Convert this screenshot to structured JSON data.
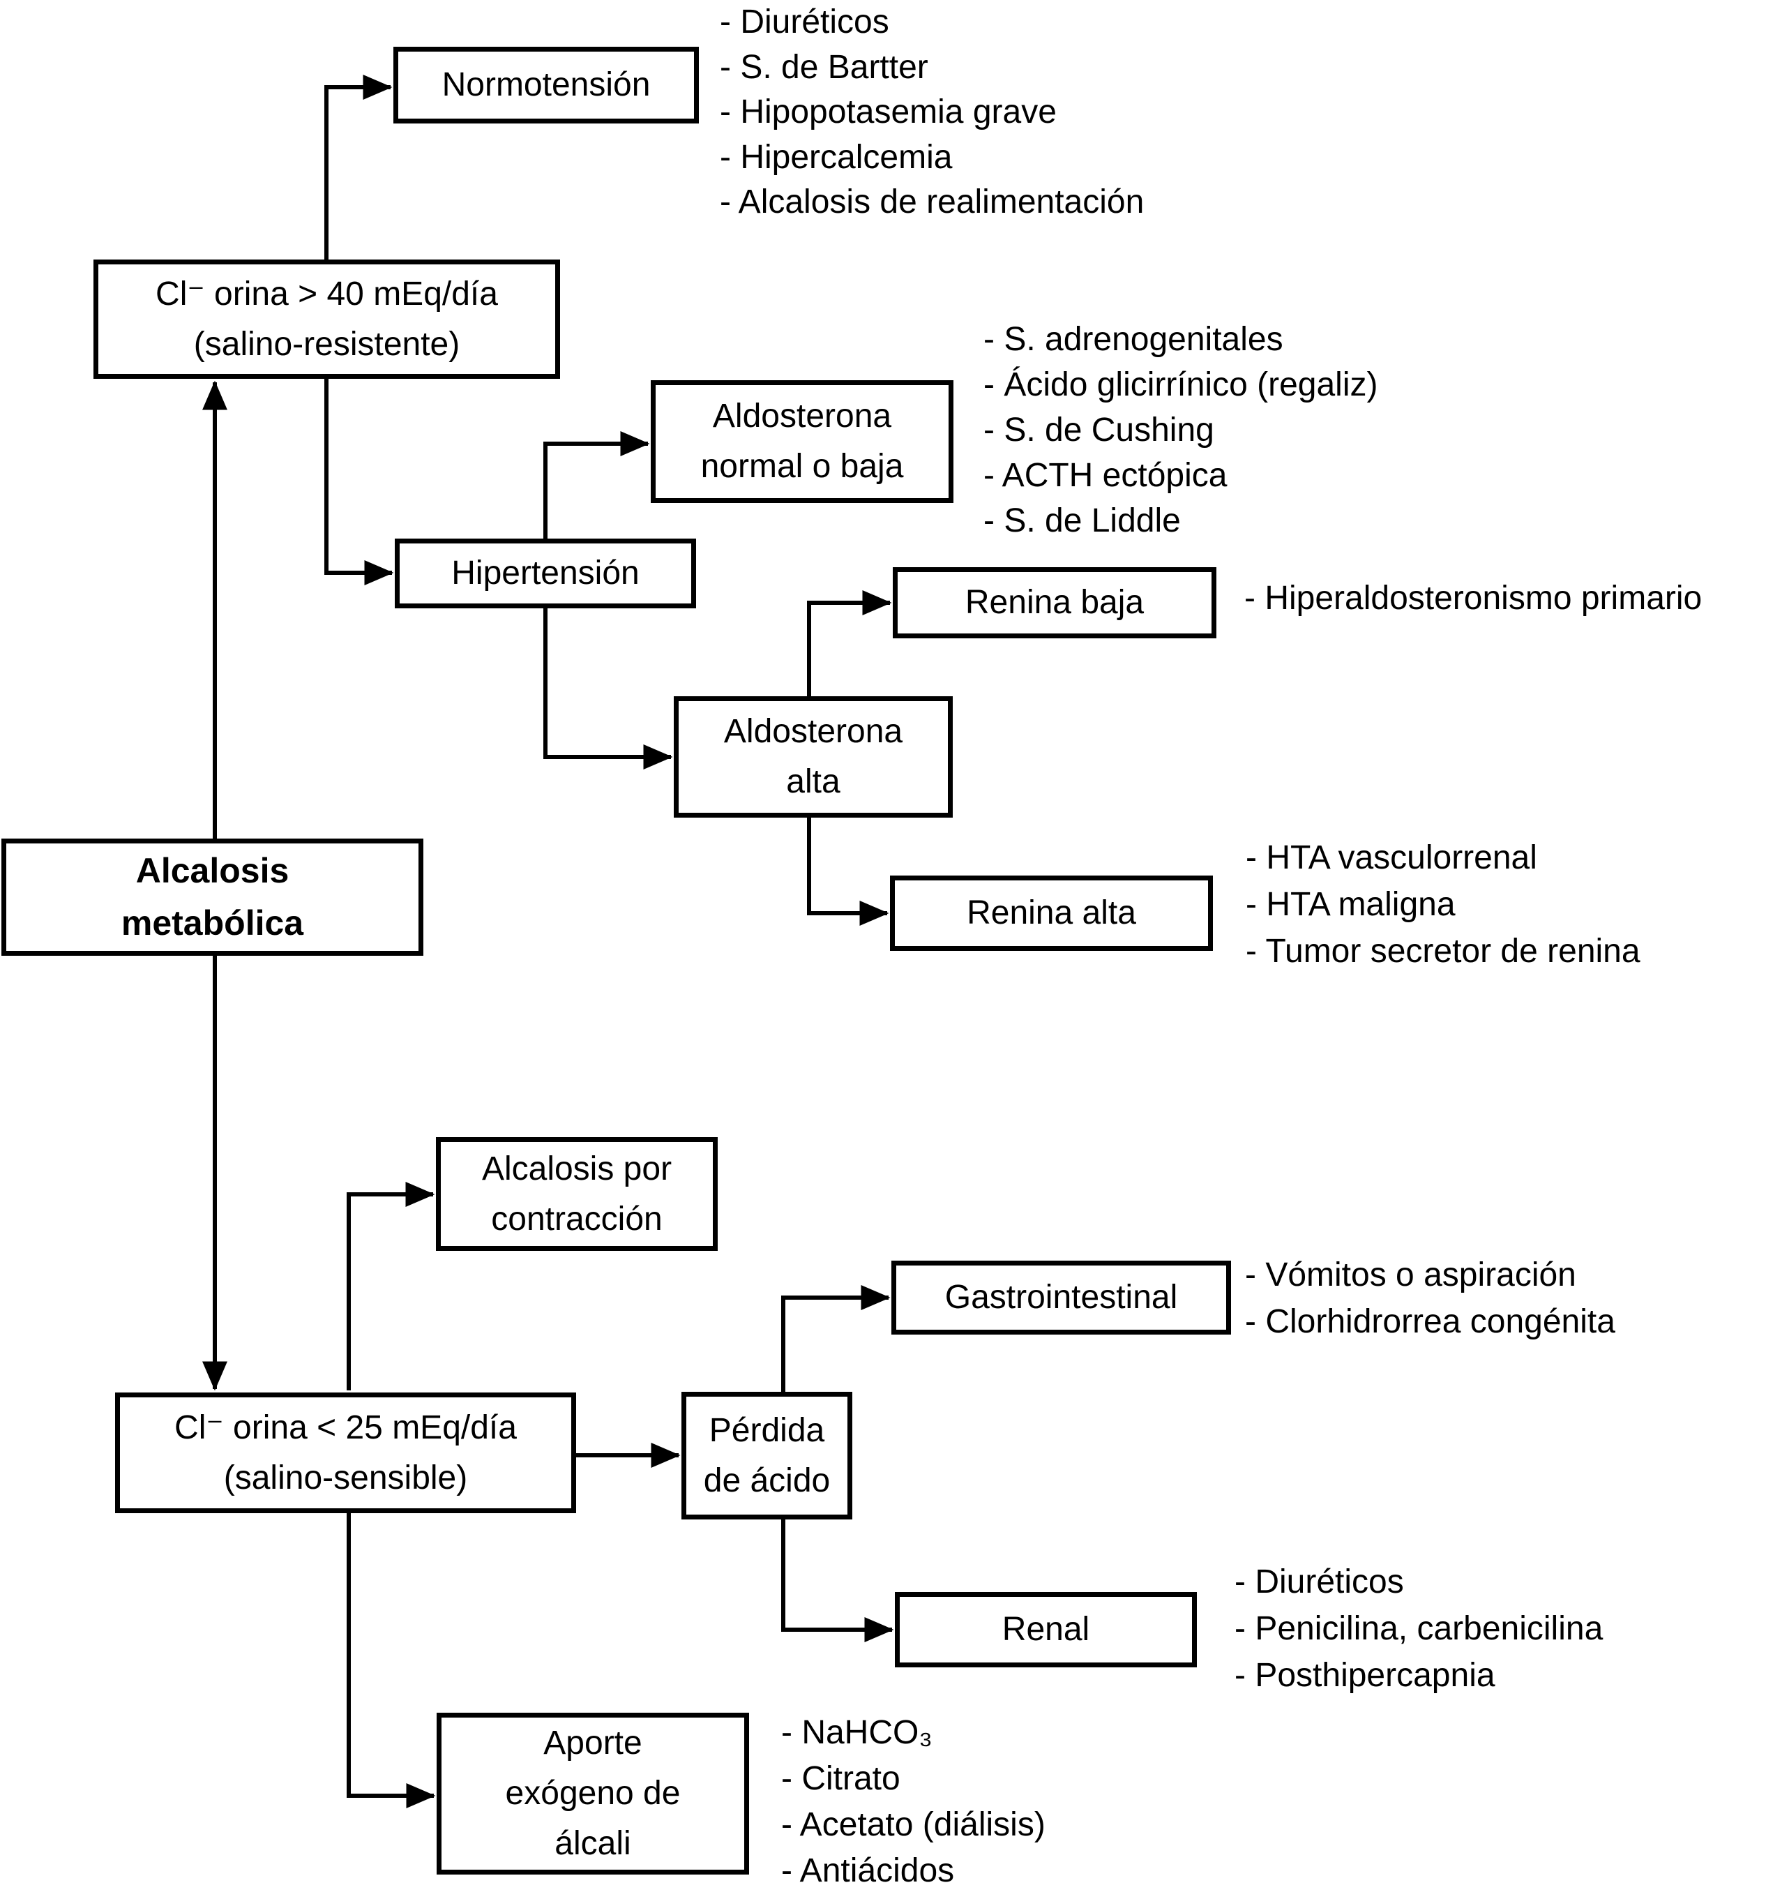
{
  "nodes": {
    "root": {
      "lines": [
        "Alcalosis",
        "metabólica"
      ]
    },
    "cl_high": {
      "lines": [
        "Cl⁻ orina > 40 mEq/día",
        "(salino-resistente)"
      ]
    },
    "normotension": {
      "label": "Normotensión"
    },
    "hipertension": {
      "label": "Hipertensión"
    },
    "aldo_normal": {
      "lines": [
        "Aldosterona",
        "normal o baja"
      ]
    },
    "aldo_alta": {
      "lines": [
        "Aldosterona",
        "alta"
      ]
    },
    "renina_baja": {
      "label": "Renina baja"
    },
    "renina_alta": {
      "label": "Renina alta"
    },
    "contraccion": {
      "lines": [
        "Alcalosis por",
        "contracción"
      ]
    },
    "cl_low": {
      "lines": [
        "Cl⁻ orina < 25 mEq/día",
        "(salino-sensible)"
      ]
    },
    "perdida": {
      "lines": [
        "Pérdida",
        "de ácido"
      ]
    },
    "gastro": {
      "label": "Gastrointestinal"
    },
    "renal": {
      "label": "Renal"
    },
    "aporte": {
      "lines": [
        "Aporte",
        "exógeno de",
        "álcali"
      ]
    }
  },
  "lists": {
    "normotension": [
      "- Diuréticos",
      "- S. de Bartter",
      "- Hipopotasemia grave",
      "- Hipercalcemia",
      "- Alcalosis de realimentación"
    ],
    "aldo_normal": [
      "- S. adrenogenitales",
      "- Ácido glicirrínico (regaliz)",
      "- S. de Cushing",
      "- ACTH ectópica",
      "- S. de Liddle"
    ],
    "renina_baja": [
      "- Hiperaldosteronismo primario"
    ],
    "renina_alta": [
      "- HTA vasculorrenal",
      "- HTA maligna",
      "- Tumor secretor de renina"
    ],
    "gastro": [
      "- Vómitos o aspiración",
      "- Clorhidrorrea congénita"
    ],
    "renal": [
      "- Diuréticos",
      "- Penicilina, carbenicilina",
      "- Posthipercapnia"
    ],
    "aporte": [
      "- NaHCO₃",
      "- Citrato",
      "- Acetato (diálisis)",
      "- Antiácidos"
    ]
  },
  "colors": {
    "ink": "#000000",
    "background": "#ffffff"
  }
}
